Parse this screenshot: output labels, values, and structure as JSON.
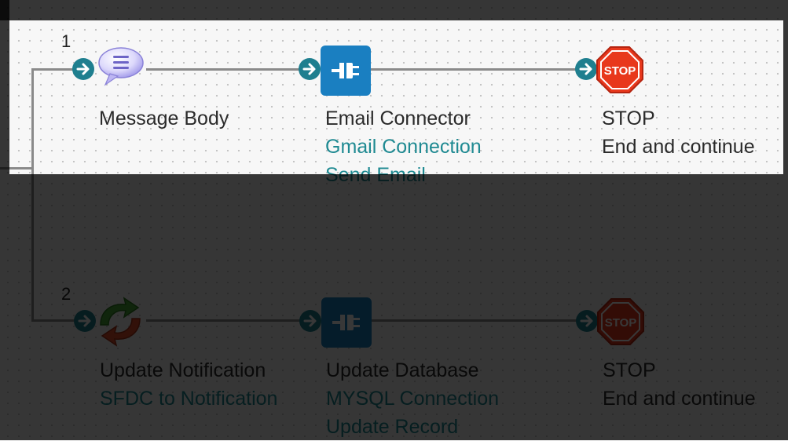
{
  "branches": [
    {
      "number": "1",
      "steps": [
        {
          "title": "Message Body",
          "subtitle": "",
          "subtitle2": "",
          "icon": "message-icon"
        },
        {
          "title": "Email Connector",
          "subtitle": "Gmail Connection",
          "subtitle2": "Send Email",
          "icon": "connector-plug-icon"
        },
        {
          "title": "STOP",
          "subtitle": "End and continue",
          "subtitle2": "",
          "icon": "stop-sign-icon"
        }
      ]
    },
    {
      "number": "2",
      "steps": [
        {
          "title": "Update Notification",
          "subtitle": "SFDC to Notification",
          "subtitle2": "",
          "icon": "map-arrows-icon"
        },
        {
          "title": "Update Database",
          "subtitle": "MYSQL Connection",
          "subtitle2": "Update Record",
          "icon": "connector-plug-icon"
        },
        {
          "title": "STOP",
          "subtitle": "End and continue",
          "subtitle2": "",
          "icon": "stop-sign-icon"
        }
      ]
    }
  ],
  "icons": {
    "stop_text": "STOP"
  },
  "colors": {
    "port": "#1f7f8f",
    "connector": "#1a7fc1",
    "stop": "#e8381c",
    "link": "#1f8a92"
  }
}
